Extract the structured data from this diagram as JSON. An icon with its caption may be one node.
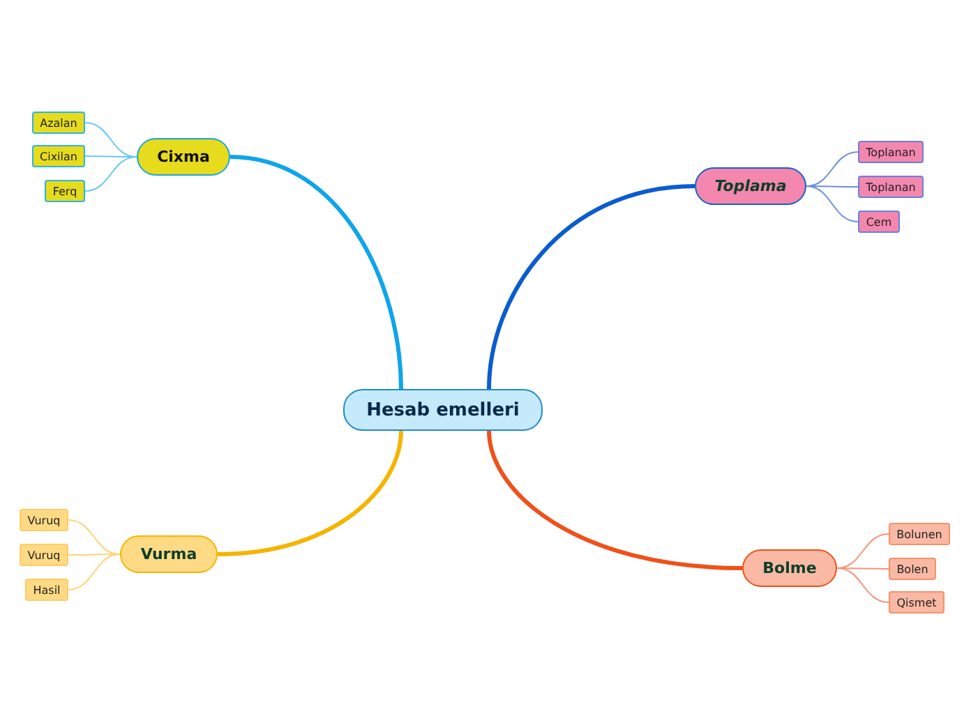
{
  "diagram": {
    "nodes": [
      {
        "text": [
          "Hesab emelleri"
        ]
      },
      {
        "text": [
          "Cixma"
        ]
      },
      {
        "text": [
          "Azalan"
        ]
      },
      {
        "text": [
          "Cixilan"
        ]
      },
      {
        "text": [
          "Ferq"
        ]
      },
      {
        "text": [
          "Toplama"
        ]
      },
      {
        "text": [
          "Toplanan"
        ]
      },
      {
        "text": [
          "Toplanan"
        ]
      },
      {
        "text": [
          "Cem"
        ]
      },
      {
        "text": [
          "Vurma"
        ]
      },
      {
        "text": [
          "Vuruq"
        ]
      },
      {
        "text": [
          "Vuruq"
        ]
      },
      {
        "text": [
          "Hasil"
        ]
      },
      {
        "text": [
          "Bolme"
        ]
      },
      {
        "text": [
          "Bolunen"
        ]
      },
      {
        "text": [
          "Bolen"
        ]
      },
      {
        "text": [
          "Qismet"
        ]
      }
    ],
    "edges": [
      {
        "from": 0,
        "to": 1,
        "arrow": "none",
        "style": "thick",
        "color": "#0ea5e9"
      },
      {
        "from": 1,
        "to": 2,
        "arrow": "none",
        "color": "#6cc8f0"
      },
      {
        "from": 1,
        "to": 3,
        "arrow": "none",
        "color": "#6cc8f0"
      },
      {
        "from": 1,
        "to": 4,
        "arrow": "none",
        "color": "#6cc8f0"
      },
      {
        "from": 0,
        "to": 5,
        "arrow": "none",
        "style": "thick",
        "color": "#0a5cd0"
      },
      {
        "from": 5,
        "to": 6,
        "arrow": "none",
        "color": "#6a8fe0"
      },
      {
        "from": 5,
        "to": 7,
        "arrow": "none",
        "color": "#6a8fe0"
      },
      {
        "from": 5,
        "to": 8,
        "arrow": "none",
        "color": "#6a8fe0"
      },
      {
        "from": 0,
        "to": 9,
        "arrow": "none",
        "style": "thick",
        "color": "#f5b400"
      },
      {
        "from": 9,
        "to": 10,
        "arrow": "none",
        "color": "#ffd27a"
      },
      {
        "from": 9,
        "to": 11,
        "arrow": "none",
        "color": "#ffd27a"
      },
      {
        "from": 9,
        "to": 12,
        "arrow": "none",
        "color": "#ffd27a"
      },
      {
        "from": 0,
        "to": 13,
        "arrow": "none",
        "style": "thick",
        "color": "#f0501a"
      },
      {
        "from": 13,
        "to": 14,
        "arrow": "none",
        "color": "#f9937a"
      },
      {
        "from": 13,
        "to": 15,
        "arrow": "none",
        "color": "#f9937a"
      },
      {
        "from": 13,
        "to": 16,
        "arrow": "none",
        "color": "#f9937a"
      }
    ]
  }
}
